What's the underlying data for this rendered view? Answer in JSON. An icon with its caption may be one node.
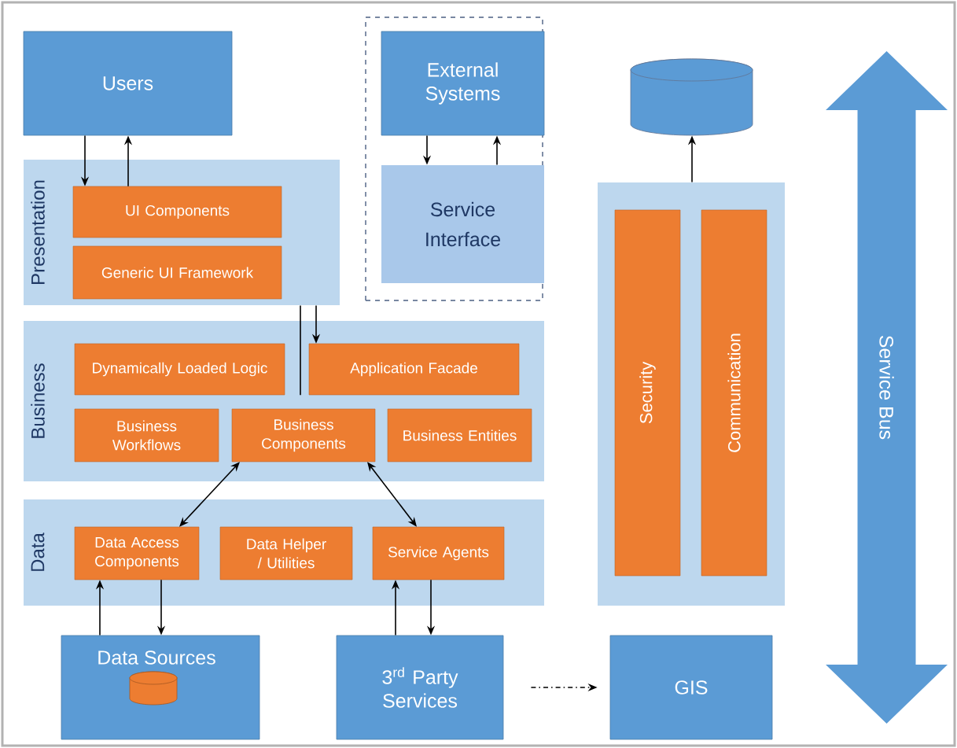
{
  "diagram": {
    "nodes": [
      {
        "text": [
          "Users"
        ]
      },
      {
        "text": [
          "Presentation"
        ]
      },
      {
        "text": [
          "UI Components"
        ],
        "in": 1
      },
      {
        "text": [
          "Generic UI Framework"
        ],
        "in": 1
      },
      {
        "text": [],
        "shape": "box"
      },
      {
        "text": [
          "External Systems"
        ],
        "in": 4
      },
      {
        "text": [
          "Service Interface"
        ],
        "in": 4
      },
      {
        "text": [],
        "shape": "cylinder"
      },
      {
        "text": [
          "Service Bus"
        ]
      },
      {
        "text": [
          "Business"
        ]
      },
      {
        "text": [
          "Dynamically Loaded Logic"
        ],
        "in": 9
      },
      {
        "text": [
          "Application Facade"
        ],
        "in": 9
      },
      {
        "text": [
          "Business Workflows"
        ],
        "in": 9
      },
      {
        "text": [
          "Business Components"
        ],
        "in": 9
      },
      {
        "text": [
          "Business Entities"
        ],
        "in": 9
      },
      {
        "text": [],
        "shape": "box"
      },
      {
        "text": [
          "Security"
        ],
        "in": 15
      },
      {
        "text": [
          "Communication"
        ],
        "in": 15
      },
      {
        "text": [
          "Data"
        ]
      },
      {
        "text": [
          "Data Access Components"
        ],
        "in": 18
      },
      {
        "text": [
          "Data Helper / Utilities"
        ],
        "in": 18
      },
      {
        "text": [
          "Service Agents"
        ],
        "in": 18
      },
      {
        "text": [
          "Data Sources"
        ]
      },
      {
        "text": [
          "3$^{rd}$ Party Services"
        ]
      },
      {
        "text": [
          "GIS"
        ]
      }
    ],
    "edges": [
      {
        "from": 0,
        "to": 2,
        "arrow": "to"
      },
      {
        "from": 2,
        "to": 0,
        "arrow": "to"
      },
      {
        "from": 1,
        "to": 11,
        "arrow": "to"
      },
      {
        "from": 11,
        "to": 1,
        "arrow": "none"
      },
      {
        "from": 5,
        "to": 6,
        "arrow": "to"
      },
      {
        "from": 6,
        "to": 5,
        "arrow": "to"
      },
      {
        "from": 15,
        "to": 7,
        "arrow": "to"
      },
      {
        "from": 13,
        "to": 19,
        "arrow": "both"
      },
      {
        "from": 13,
        "to": 21,
        "arrow": "both"
      },
      {
        "from": 22,
        "to": 19,
        "arrow": "to"
      },
      {
        "from": 19,
        "to": 22,
        "arrow": "to"
      },
      {
        "from": 23,
        "to": 21,
        "arrow": "to"
      },
      {
        "from": 21,
        "to": 23,
        "arrow": "to"
      },
      {
        "from": 23,
        "to": 24,
        "arrow": "to",
        "style": "dashed"
      }
    ]
  }
}
